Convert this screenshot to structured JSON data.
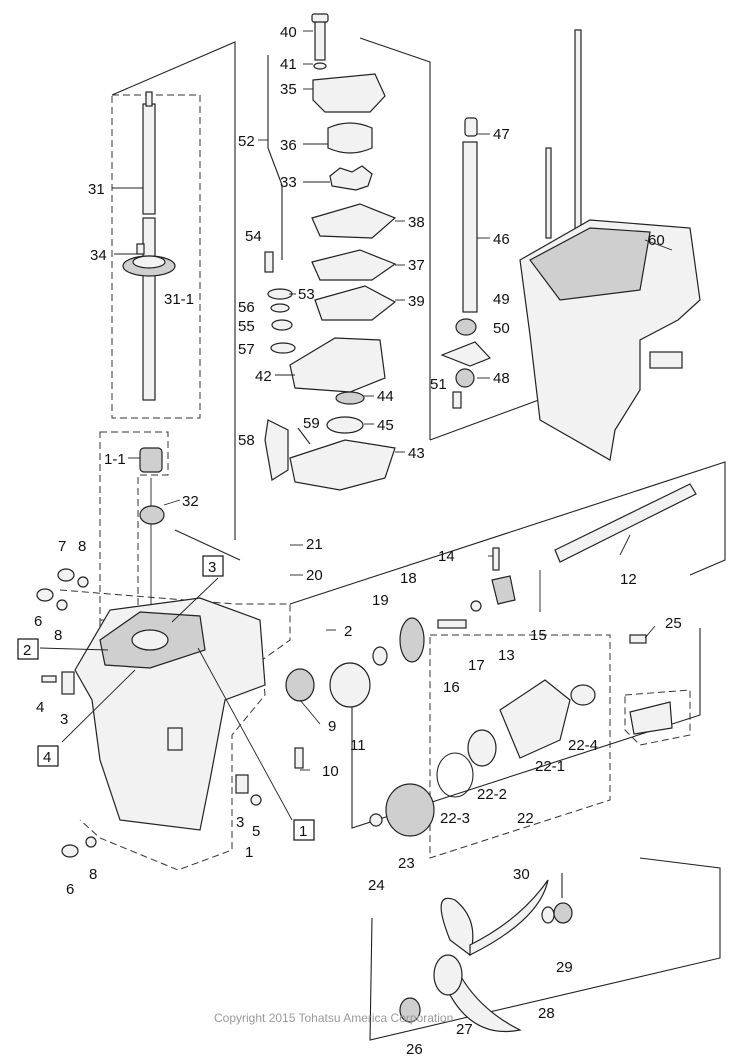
{
  "labels": {
    "p40": "40",
    "p41": "41",
    "p35": "35",
    "p52": "52",
    "p36": "36",
    "p33": "33",
    "p38": "38",
    "p54": "54",
    "p37": "37",
    "p53": "53",
    "p56": "56",
    "p39": "39",
    "p55": "55",
    "p57": "57",
    "p42": "42",
    "p44": "44",
    "p59": "59",
    "p45": "45",
    "p58": "58",
    "p43": "43",
    "p47": "47",
    "p46": "46",
    "p49": "49",
    "p50": "50",
    "p51": "51",
    "p48": "48",
    "p60": "60",
    "p31": "31",
    "p34": "34",
    "p31_1": "31-1",
    "p1_1": "1-1",
    "p32": "32",
    "p21": "21",
    "p20": "20",
    "p7": "7",
    "p8a": "8",
    "p6a": "6",
    "p8b": "8",
    "p2": "2",
    "p4": "4",
    "p3a": "3",
    "p14": "14",
    "p18": "18",
    "p19": "19",
    "p12": "12",
    "p16": "16",
    "p17": "17",
    "p13": "13",
    "p15": "15",
    "p25": "25",
    "p11": "11",
    "p9": "9",
    "p10": "10",
    "p22_4": "22-4",
    "p22_1": "22-1",
    "p22_2": "22-2",
    "p22_3": "22-3",
    "p22": "22",
    "p3b": "3",
    "p5": "5",
    "p1": "1",
    "p6b": "6",
    "p8c": "8",
    "p24": "24",
    "p23": "23",
    "p30": "30",
    "p28": "28",
    "p29": "29",
    "p27": "27",
    "p26": "26"
  },
  "callouts": {
    "c1": "1",
    "c2": "2",
    "c3": "3",
    "c4": "4"
  },
  "copyright": "Copyright 2015 Tohatsu America Corporation"
}
